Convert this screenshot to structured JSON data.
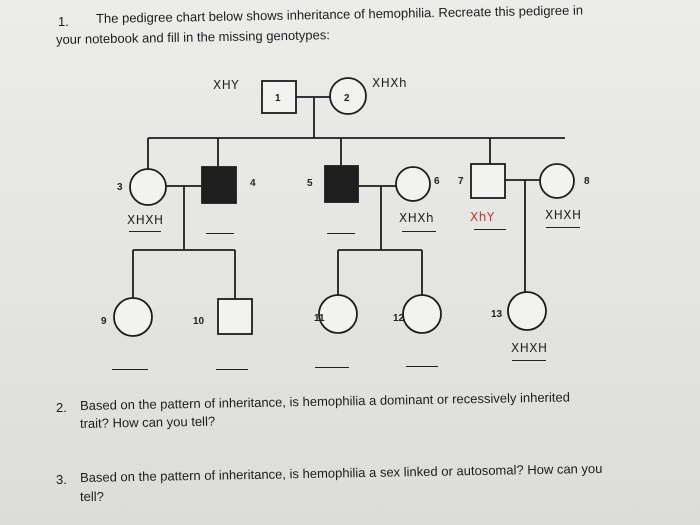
{
  "question1": {
    "number": "1.",
    "line1": "The pedigree chart below shows inheritance of hemophilia. Recreate this pedigree in",
    "line2": "your notebook and fill in the missing genotypes:"
  },
  "pedigree": {
    "individuals": [
      {
        "id": "1",
        "sex": "male",
        "affected": false,
        "genotype": "XHY"
      },
      {
        "id": "2",
        "sex": "female",
        "affected": false,
        "genotype": "XHXh"
      },
      {
        "id": "3",
        "sex": "female",
        "affected": false,
        "genotype": "XHXH"
      },
      {
        "id": "4",
        "sex": "male",
        "affected": true,
        "genotype": ""
      },
      {
        "id": "5",
        "sex": "male",
        "affected": true,
        "genotype": ""
      },
      {
        "id": "6",
        "sex": "female",
        "affected": false,
        "genotype": "XHXh"
      },
      {
        "id": "7",
        "sex": "male",
        "affected": false,
        "genotype": "XhY"
      },
      {
        "id": "8",
        "sex": "female",
        "affected": false,
        "genotype": "XHXH"
      },
      {
        "id": "9",
        "sex": "female",
        "affected": false,
        "genotype": ""
      },
      {
        "id": "10",
        "sex": "male",
        "affected": false,
        "genotype": ""
      },
      {
        "id": "11",
        "sex": "female",
        "affected": false,
        "genotype": ""
      },
      {
        "id": "12",
        "sex": "female",
        "affected": false,
        "genotype": ""
      },
      {
        "id": "13",
        "sex": "female",
        "affected": false,
        "genotype": "XHXH"
      }
    ]
  },
  "question2": {
    "number": "2.",
    "line1": "Based on the pattern of inheritance, is hemophilia a dominant or recessively inherited",
    "line2": "trait? How can you tell?"
  },
  "question3": {
    "number": "3.",
    "line1": "Based on the pattern of inheritance, is hemophilia a sex linked or autosomal? How can you",
    "line2": "tell?"
  }
}
